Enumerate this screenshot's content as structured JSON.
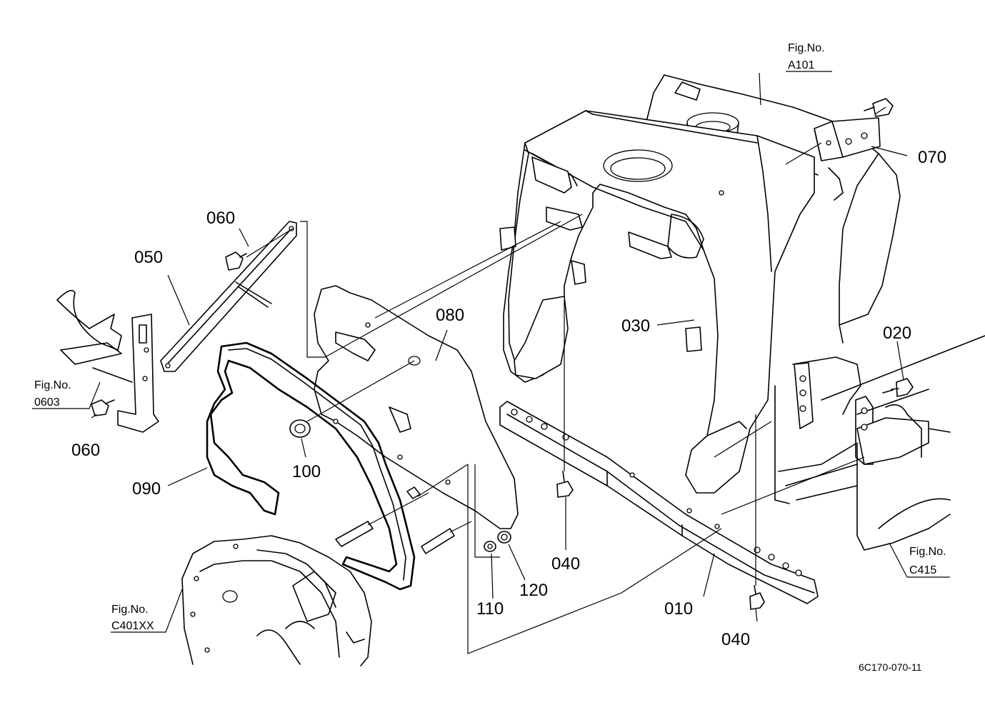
{
  "part_labels": {
    "p010": "010",
    "p020": "020",
    "p030": "030",
    "p040a": "040",
    "p040b": "040",
    "p050": "050",
    "p060a": "060",
    "p060b": "060",
    "p070": "070",
    "p080": "080",
    "p090": "090",
    "p100": "100",
    "p110": "110",
    "p120": "120"
  },
  "figure_refs": {
    "a101": {
      "prefix": "Fig.No.",
      "code": "A101"
    },
    "f0603": {
      "prefix": "Fig.No.",
      "code": "0603"
    },
    "c415": {
      "prefix": "Fig.No.",
      "code": "C415"
    },
    "c401xx": {
      "prefix": "Fig.No.",
      "code": "C401XX"
    }
  },
  "drawing_code": "6C170-070-11"
}
